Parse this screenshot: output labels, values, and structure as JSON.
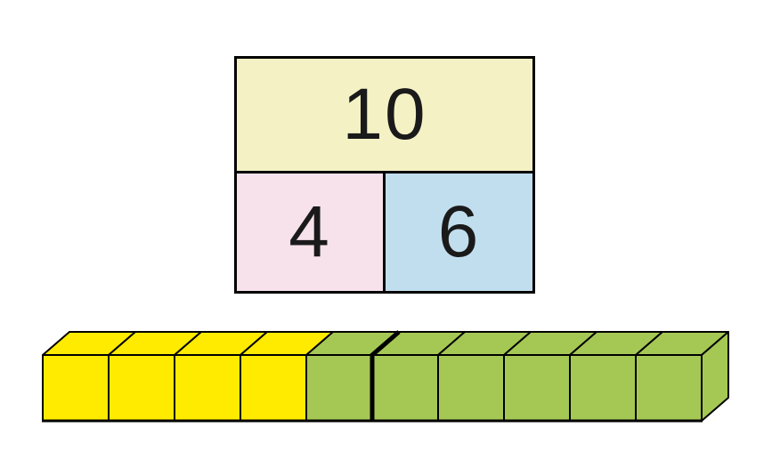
{
  "page": {
    "background_color": "#ffffff",
    "description": "Part-whole model with cube bar"
  },
  "part_whole_model": {
    "whole": {
      "label": "10",
      "color": "#f4f1c5"
    },
    "parts": [
      {
        "label": "4",
        "color": "#f7e1ea"
      },
      {
        "label": "6",
        "color": "#c1deee"
      }
    ],
    "border_color": "#000000",
    "text_color": "#1a1a1a"
  },
  "cube_bar": {
    "total_cubes": 10,
    "groups": [
      {
        "name": "yellow-cubes",
        "count": 4,
        "color": "#ffeb00"
      },
      {
        "name": "green-cubes",
        "count": 6,
        "color": "#a5c854"
      }
    ],
    "divider_after_cube": 5,
    "outline_color": "#000000"
  }
}
